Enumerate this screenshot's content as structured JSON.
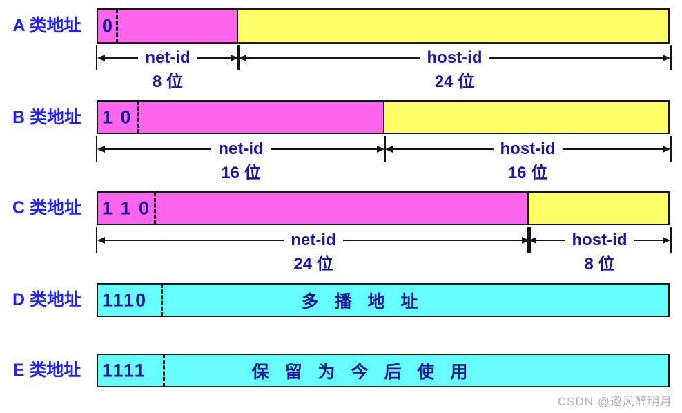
{
  "diagram": {
    "description_rows": [
      {
        "label": "A 类地址",
        "bits": "0",
        "net": {
          "name": "net-id",
          "size": "8 位"
        },
        "host": {
          "name": "host-id",
          "size": "24 位"
        }
      },
      {
        "label": "B 类地址",
        "bits": "1 0",
        "net": {
          "name": "net-id",
          "size": "16 位"
        },
        "host": {
          "name": "host-id",
          "size": "16 位"
        }
      },
      {
        "label": "C 类地址",
        "bits": "1 1 0",
        "net": {
          "name": "net-id",
          "size": "24 位"
        },
        "host": {
          "name": "host-id",
          "size": "8 位"
        }
      },
      {
        "label": "D 类地址",
        "bits": "1110",
        "content": "多 播 地 址"
      },
      {
        "label": "E 类地址",
        "bits": "1111",
        "content": "保 留 为 今 后 使 用"
      }
    ],
    "colors": {
      "net_id_fill": "#ff66ee",
      "host_id_fill": "#ffff66",
      "reserved_fill": "#66ffff",
      "class_label_text": "#2222ff",
      "diagram_text": "#181899",
      "outline": "#141414",
      "watermark_text": "#b0b0b0"
    }
  },
  "watermark": "CSDN @邀风醉明月"
}
